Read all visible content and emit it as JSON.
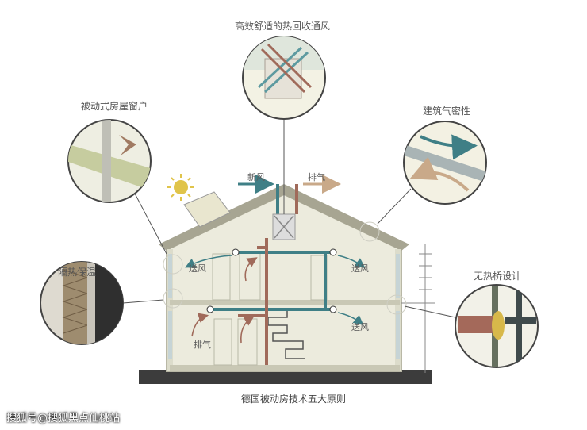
{
  "callouts": {
    "hrv": "高效舒适的热回收通风",
    "window": "被动式房屋窗户",
    "airtight": "建筑气密性",
    "insulation": "隔热保温",
    "thermal_bridge": "无热桥设计"
  },
  "flow": {
    "fresh_air": "新风",
    "exhaust_top": "排气",
    "supply_upper_left": "送风",
    "supply_upper_right": "送风",
    "supply_lower_right": "送风",
    "exhaust_lower": "排气"
  },
  "caption": "德国被动房技术五大原则",
  "watermark": "搜狐号@搜狐黑点仙桃站",
  "colors": {
    "fresh_duct": "#3f7f86",
    "exhaust_duct": "#a06a5a",
    "wall": "#dcdccb",
    "interior": "#ecebdd",
    "roof": "#a7a592",
    "ground": "#3c3c3c"
  }
}
